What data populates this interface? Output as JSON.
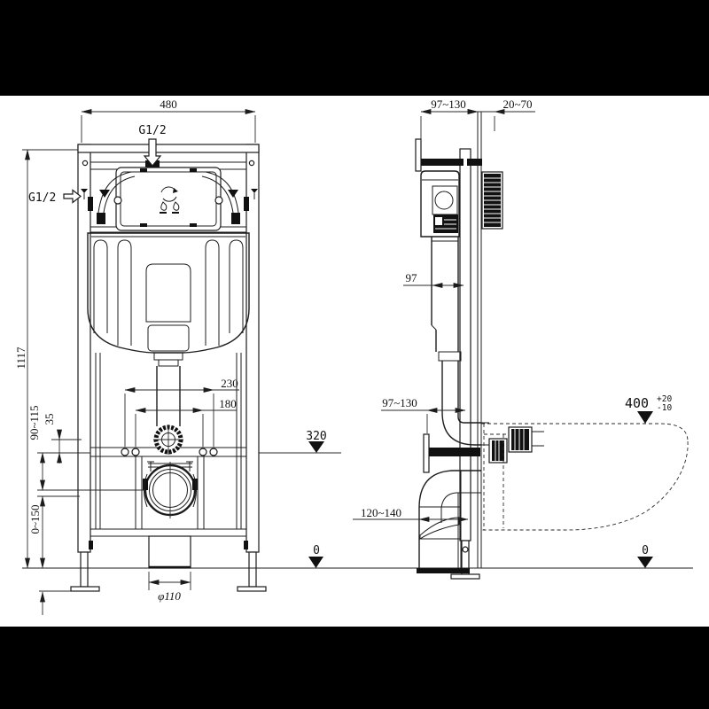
{
  "drawing_title": "concealed-cistern-frame-installation-drawing",
  "colors": {
    "line": "#1c1c1c",
    "sheet": "#ffffff",
    "letterbox": "#000000"
  },
  "front_view": {
    "dim_width": "480",
    "label_inlet_top": "G1/2",
    "label_inlet_side": "G1/2",
    "dim_height": "1117",
    "dim_bolt_outer": "230",
    "dim_bolt_inner": "180",
    "level_bolts": "320",
    "dim_outlet_drop": "90~115",
    "dim_offset": "35",
    "dim_leg_adjust": "0~150",
    "level_floor": "0",
    "dim_waste_diameter": "φ110"
  },
  "side_view": {
    "dim_depth_top": "97~130",
    "dim_wall_finish": "20~70",
    "dim_cistern_depth": "97",
    "dim_depth_bottom": "97~130",
    "dim_bowl_height": "400",
    "dim_bowl_tol_plus": "+20",
    "dim_bowl_tol_minus": "-10",
    "dim_elbow_width": "120~140",
    "level_floor": "0"
  }
}
